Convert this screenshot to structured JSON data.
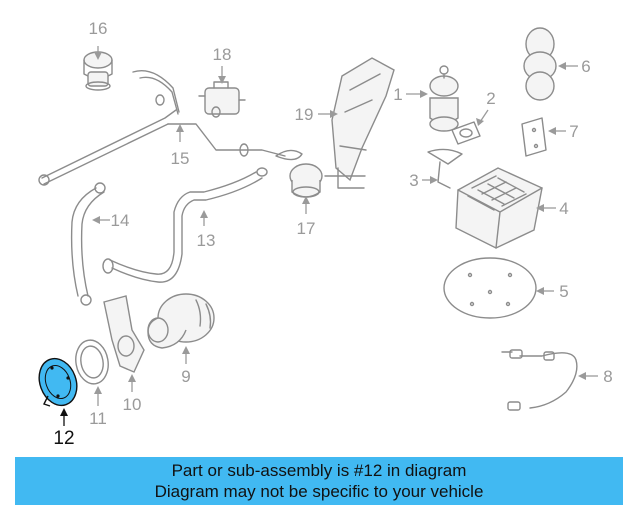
{
  "diagram": {
    "callouts": [
      "1",
      "2",
      "3",
      "4",
      "5",
      "6",
      "7",
      "8",
      "9",
      "10",
      "11",
      "12",
      "13",
      "14",
      "15",
      "16",
      "17",
      "18",
      "19"
    ],
    "highlighted_part": "12",
    "highlight_color": "#41b9f2"
  },
  "banner": {
    "line1": "Part or sub-assembly is #12 in diagram",
    "line2": "Diagram may not be specific to your vehicle",
    "background": "#41b9f2"
  }
}
